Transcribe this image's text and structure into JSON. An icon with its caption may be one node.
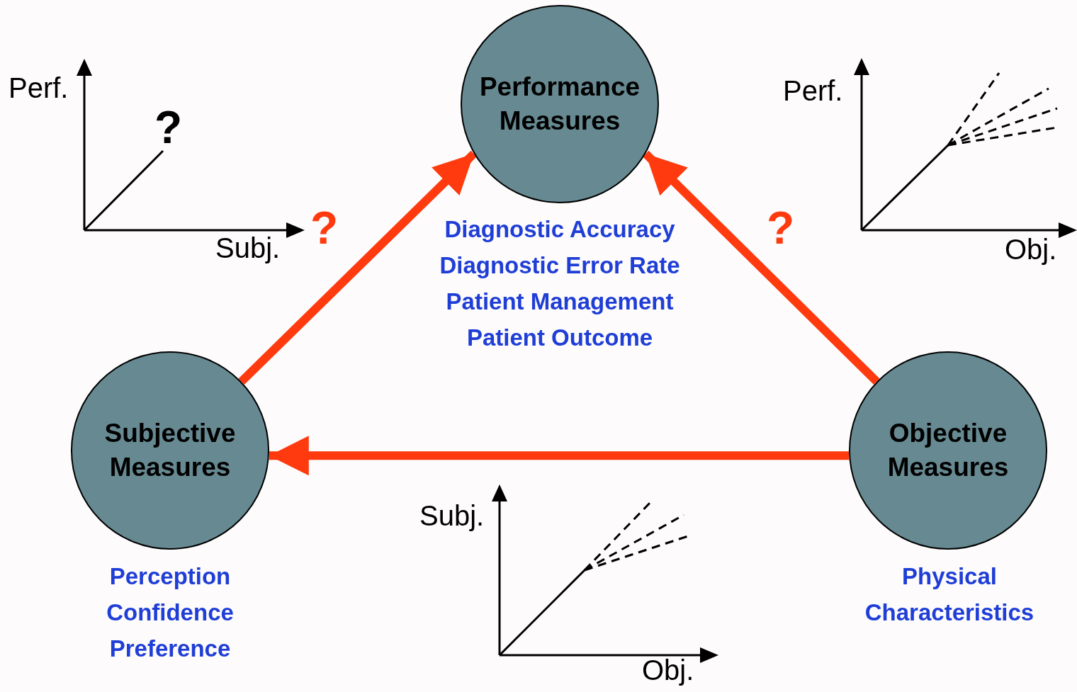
{
  "diagram": {
    "nodes": [
      {
        "text": [
          "Performance Measures"
        ],
        "beside": [
          "Diagnostic Accuracy",
          "Diagnostic Error Rate",
          "Patient Management",
          "Patient Outcome"
        ]
      },
      {
        "text": [
          "Subjective Measures"
        ],
        "beside": [
          "Perception",
          "Confidence",
          "Preference"
        ]
      },
      {
        "text": [
          "Objective Measures"
        ],
        "beside": [
          "Physical Characteristics"
        ]
      }
    ],
    "edges": [
      {
        "from": 1,
        "to": 0,
        "arrow": "to",
        "label": "?"
      },
      {
        "from": 2,
        "to": 0,
        "arrow": "to",
        "label": "?"
      },
      {
        "from": 2,
        "to": 1,
        "arrow": "to"
      }
    ],
    "labels": [
      "Perf.",
      "?",
      "Subj.",
      "Perf.",
      "Obj.",
      "Subj.",
      "Obj."
    ]
  }
}
